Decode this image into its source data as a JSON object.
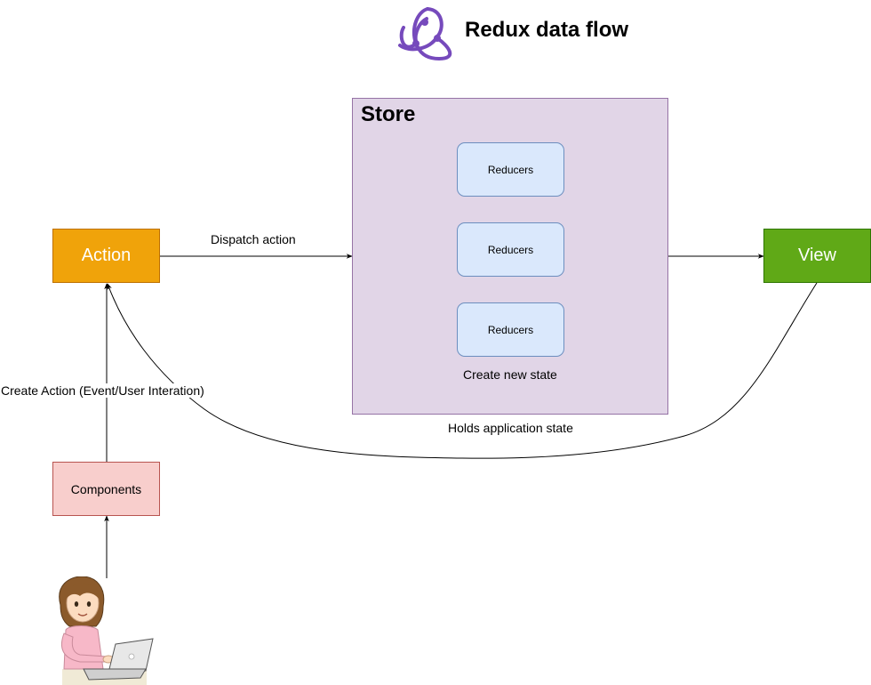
{
  "header": {
    "title": "Redux data flow",
    "logo_icon": "redux-logo-icon"
  },
  "nodes": {
    "action": "Action",
    "view": "View",
    "components": "Components",
    "store": "Store",
    "reducers": [
      "Reducers",
      "Reducers",
      "Reducers"
    ]
  },
  "edges": {
    "dispatch": "Dispatch action",
    "create_action": "Create Action (Event/User Interation)",
    "create_state": "Create new state",
    "holds_state": "Holds application state"
  },
  "colors": {
    "action_fill": "#f0a30a",
    "view_fill": "#60a917",
    "components_fill": "#f8cecc",
    "store_fill": "#e1d5e7",
    "reducer_fill": "#dae8fc",
    "logo": "#764abc"
  },
  "illustration": {
    "icon": "person-with-laptop-icon"
  }
}
